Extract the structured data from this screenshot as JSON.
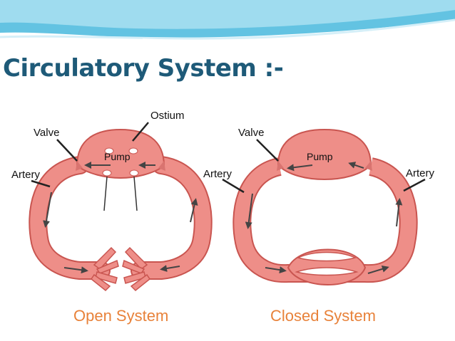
{
  "slide": {
    "title": "Circulatory System :-",
    "accent_color": "#1e5a78",
    "header_colors": [
      "#9fdcef",
      "#63c3e2",
      "#d5eff8"
    ]
  },
  "open_system": {
    "caption": "Open System",
    "labels": {
      "ostium": "Ostium",
      "valve": "Valve",
      "pump": "Pump",
      "artery": "Artery"
    }
  },
  "closed_system": {
    "caption": "Closed System",
    "labels": {
      "valve": "Valve",
      "pump": "Pump",
      "artery_left": "Artery",
      "artery_right": "Artery"
    }
  },
  "colors": {
    "vessel": "#ee8e88",
    "vessel_outline": "#c95550",
    "arrow": "#444444",
    "caption": "#e8823a"
  }
}
